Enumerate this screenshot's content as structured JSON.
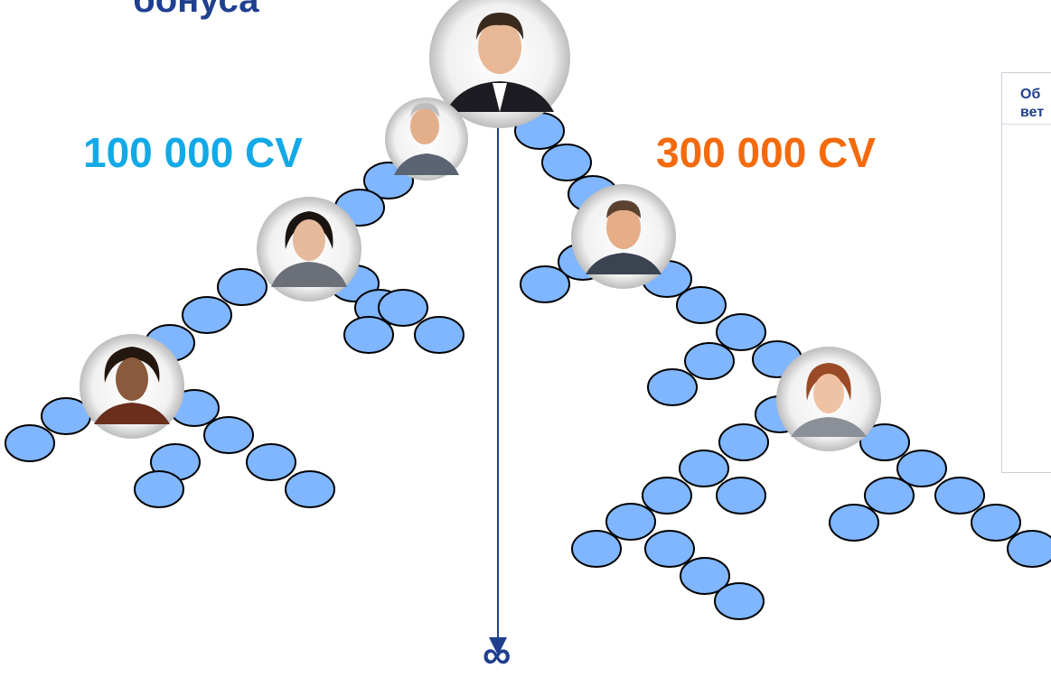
{
  "title_fragment": "бонуса",
  "left_leg": {
    "volume": "100 000 CV",
    "color": "#12a9e6"
  },
  "right_leg": {
    "volume": "300 000 CV",
    "color": "#f46a0c"
  },
  "infinity_symbol": "∞",
  "side_panel": {
    "line1": "Об",
    "line2": "вет"
  },
  "colors": {
    "node_fill": "#7fb6ff",
    "node_stroke": "#000000",
    "title": "#1f3f8f",
    "arrow": "#1f3f8f"
  },
  "icons": [
    "person-root-photo",
    "person-photo"
  ]
}
